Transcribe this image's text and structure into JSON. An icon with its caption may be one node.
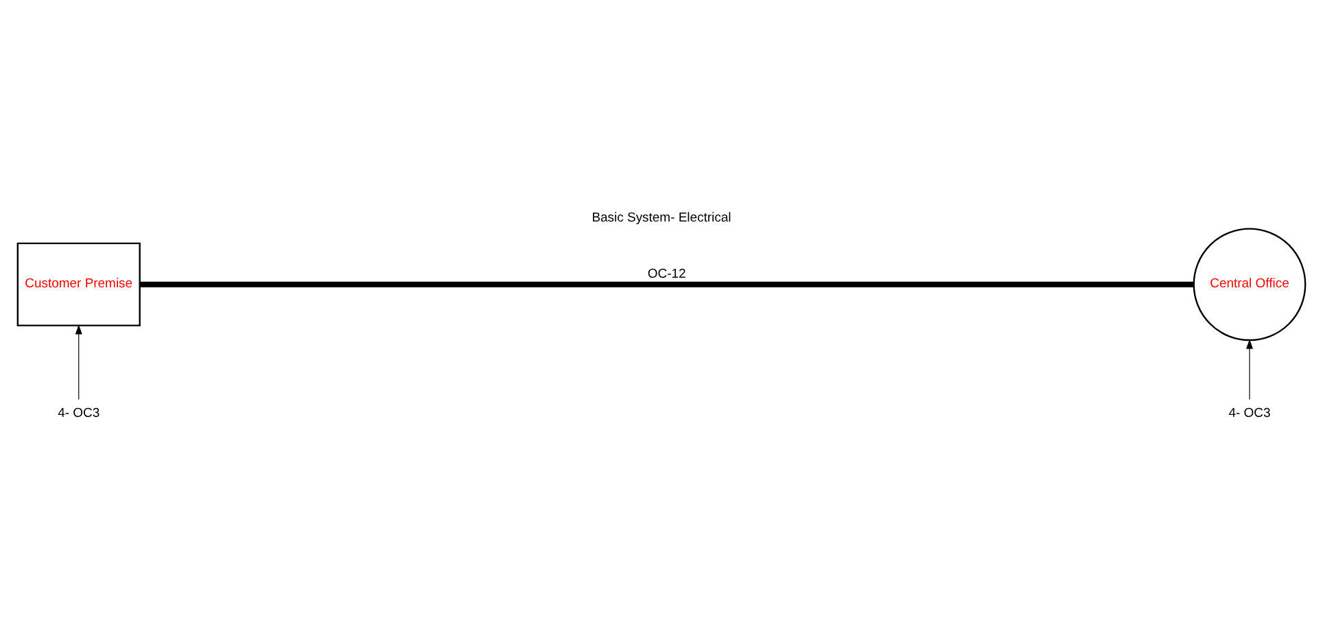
{
  "diagram": {
    "title": "Basic System- Electrical",
    "nodes": [
      {
        "text": [
          "Customer Premise"
        ]
      },
      {
        "text": [
          "Central Office"
        ]
      },
      {
        "text": [
          "4- OC3"
        ]
      },
      {
        "text": [
          "4- OC3"
        ]
      }
    ],
    "edges": [
      {
        "from": 0,
        "to": 1,
        "arrow": "none",
        "label": "OC-12",
        "style": "thick"
      },
      {
        "from": 2,
        "to": 0,
        "arrow": "to"
      },
      {
        "from": 3,
        "to": 1,
        "arrow": "to"
      }
    ]
  }
}
